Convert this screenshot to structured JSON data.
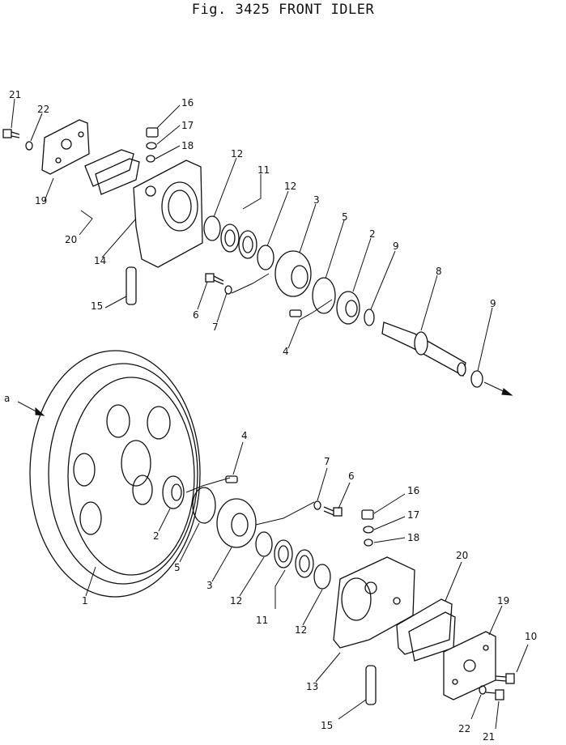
{
  "title": "Fig. 3425  FRONT IDLER",
  "upper_labels": {
    "p21": "21",
    "p22": "22",
    "p16": "16",
    "p17": "17",
    "p18": "18",
    "p12a": "12",
    "p11": "11",
    "p12b": "12",
    "p3": "3",
    "p5": "5",
    "p2": "2",
    "p9a": "9",
    "p8": "8",
    "p9b": "9",
    "p19": "19",
    "p20": "20",
    "p14": "14",
    "p15": "15",
    "p6": "6",
    "p7": "7",
    "p4": "4"
  },
  "lower_labels": {
    "pa": "a",
    "p1": "1",
    "p4": "4",
    "p2": "2",
    "p5": "5",
    "p3": "3",
    "p7": "7",
    "p6": "6",
    "p16": "16",
    "p17": "17",
    "p18": "18",
    "p12a": "12",
    "p11": "11",
    "p12b": "12",
    "p20": "20",
    "p19": "19",
    "p13": "13",
    "p10": "10",
    "p15": "15",
    "p22": "22",
    "p21": "21"
  }
}
